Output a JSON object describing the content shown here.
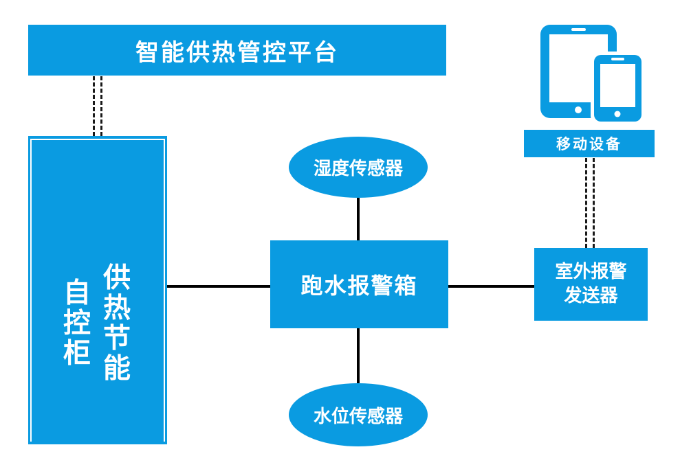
{
  "diagram": {
    "platform": {
      "label": "智能供热管控平台"
    },
    "cabinet": {
      "label": "供热节能自控柜"
    },
    "alarm_box": {
      "label": "跑水报警箱"
    },
    "humidity_sensor": {
      "label": "湿度传感器"
    },
    "water_level_sensor": {
      "label": "水位传感器"
    },
    "outdoor_sender": {
      "line1": "室外报警",
      "line2": "发送器"
    },
    "mobile_device": {
      "label": "移动设备",
      "icon": "tablet-and-phone-icon"
    },
    "colors": {
      "accent": "#0a9be1",
      "connector": "#000000"
    }
  }
}
